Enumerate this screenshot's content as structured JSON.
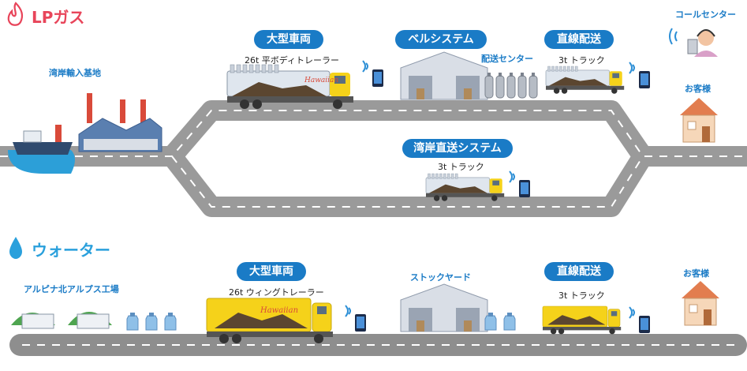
{
  "sections": {
    "lpgas": {
      "title": "LPガス",
      "color": "#e8455a"
    },
    "water": {
      "title": "ウォーター",
      "color": "#2aa0dc"
    }
  },
  "lp": {
    "port_base": "湾岸輸入基地",
    "callcenter": "コールセンター",
    "large_vehicle": "大型車両",
    "trailer": "26t 平ボディトレーラー",
    "bell_system": "ベルシステム",
    "delivery_center": "配送センター",
    "direct_delivery": "直線配送",
    "truck_top": "3t トラック",
    "customer": "お客様",
    "bay_direct": "湾岸直送システム",
    "truck_mid": "3t トラック"
  },
  "water": {
    "factory": "アルピナ北アルプス工場",
    "large_vehicle": "大型車両",
    "trailer": "26t ウィングトレーラー",
    "stock_yard": "ストックヤード",
    "direct_delivery": "直線配送",
    "truck": "3t トラック",
    "customer": "お客様"
  },
  "truck_brand": "Hawaiian",
  "colors": {
    "accent": "#1a7bc6",
    "road": "#9a9a9a",
    "truck_yellow": "#f5d21a",
    "sea": "#2c9fd8"
  }
}
